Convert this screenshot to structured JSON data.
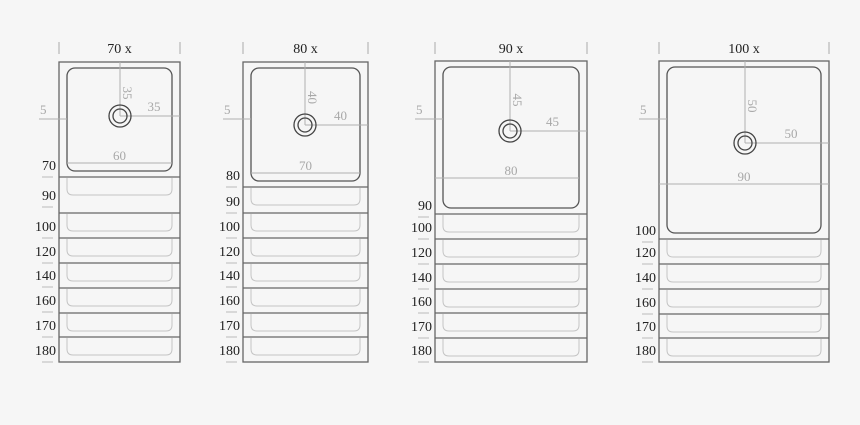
{
  "diagram": {
    "type": "dimension-drawing",
    "background": "#f6f6f6",
    "colors": {
      "outline": "#666666",
      "dimension": "#b0b0b0",
      "text_dark": "#222222",
      "text_light": "#a8a8a8"
    },
    "panels": [
      {
        "width_label": "70 x",
        "basin": {
          "margin_label": "5",
          "vertical_label": "35",
          "horizontal_label": "35",
          "inner_width_label": "60"
        },
        "height_labels": [
          "70",
          "90",
          "100",
          "120",
          "140",
          "160",
          "170",
          "180"
        ]
      },
      {
        "width_label": "80 x",
        "basin": {
          "margin_label": "5",
          "vertical_label": "40",
          "horizontal_label": "40",
          "inner_width_label": "70"
        },
        "height_labels": [
          "80",
          "90",
          "100",
          "120",
          "140",
          "160",
          "170",
          "180"
        ]
      },
      {
        "width_label": "90 x",
        "basin": {
          "margin_label": "5",
          "vertical_label": "45",
          "horizontal_label": "45",
          "inner_width_label": "80"
        },
        "height_labels": [
          "90",
          "100",
          "120",
          "140",
          "160",
          "170",
          "180"
        ]
      },
      {
        "width_label": "100 x",
        "basin": {
          "margin_label": "5",
          "vertical_label": "50",
          "horizontal_label": "50",
          "inner_width_label": "90"
        },
        "height_labels": [
          "100",
          "120",
          "140",
          "160",
          "170",
          "180"
        ]
      }
    ]
  }
}
